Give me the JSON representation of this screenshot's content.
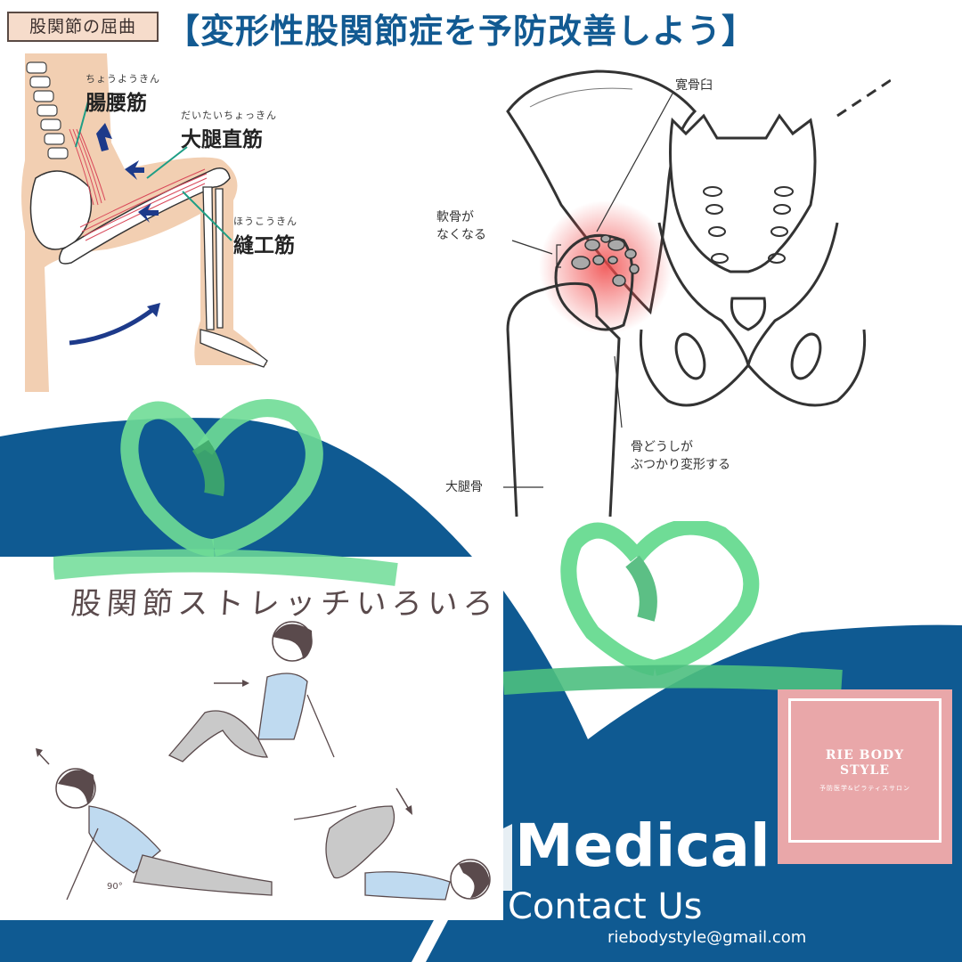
{
  "header": {
    "tag_label": "股関節の屈曲",
    "title": "【変形性股関節症を予防改善しよう】"
  },
  "muscle_diagram": {
    "labels": [
      {
        "ruby": "ちょうようきん",
        "name": "腸腰筋"
      },
      {
        "ruby": "だいたいちょっきん",
        "name": "大腿直筋"
      },
      {
        "ruby": "ほうこうきん",
        "name": "縫工筋"
      }
    ]
  },
  "hip_joint_diagram": {
    "labels": {
      "acetabulum": "寛骨臼",
      "cartilage_line1": "軟骨が",
      "cartilage_line2": "なくなる",
      "collision_line1": "骨どうしが",
      "collision_line2": "ぶつかり変形する",
      "femur": "大腿骨"
    }
  },
  "stretch_section": {
    "title": "股関節ストレッチいろいろ",
    "angle_note": "90°"
  },
  "brand": {
    "name": "RIE BODY STYLE",
    "subtitle": "予防医学&ピラティスサロン"
  },
  "footer": {
    "headline": "Medical",
    "contact_label": "Contact Us",
    "email": "riebodystyle@gmail.com"
  },
  "colors": {
    "navy": "#0f5a92",
    "ribbon_green": "#6fdc96",
    "ribbon_dark": "#0a8f5a",
    "brand_pink": "#e9a7a9",
    "skin": "#f2cfb2",
    "muscle_red": "#d9485a",
    "arrow_blue": "#1d3a8a"
  }
}
